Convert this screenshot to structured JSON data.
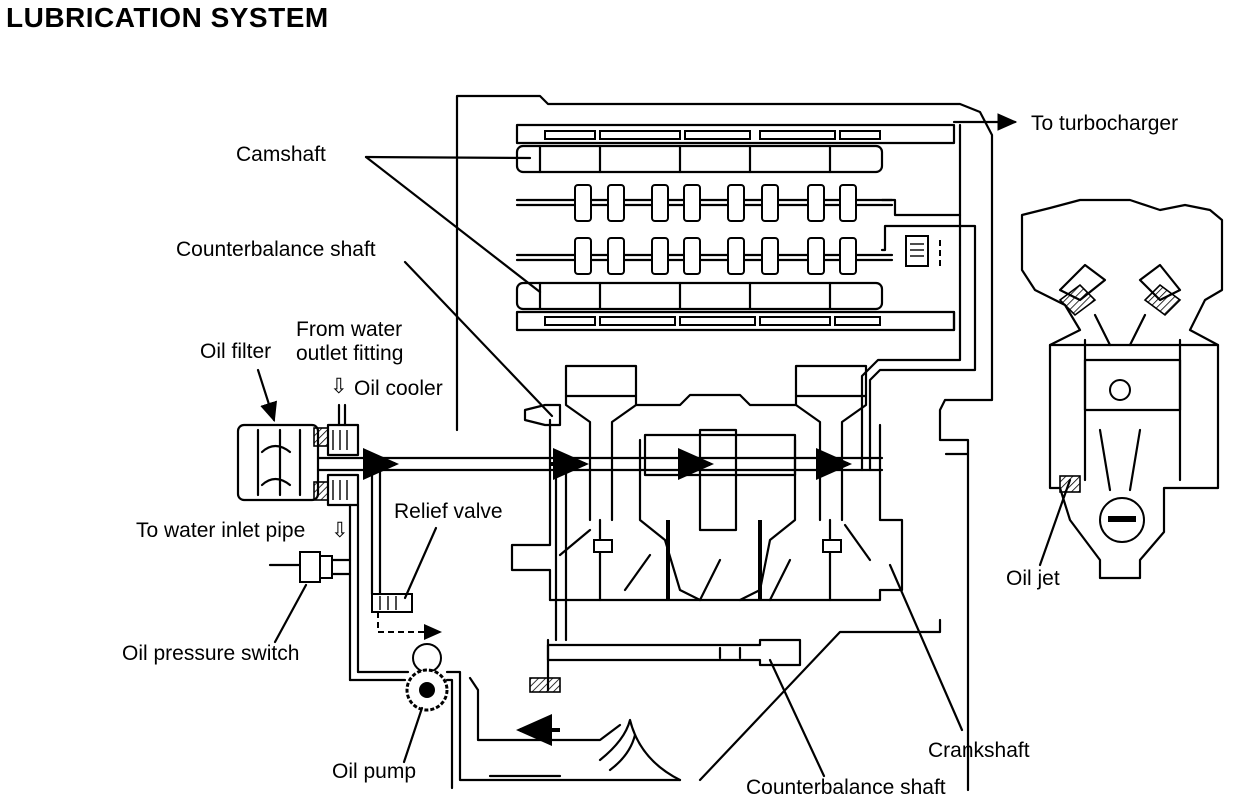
{
  "title": "LUBRICATION SYSTEM",
  "labels": {
    "camshaft": "Camshaft",
    "counterbalance_shaft_top": "Counterbalance shaft",
    "from_water_line1": "From water",
    "from_water_line2": "outlet fitting",
    "oil_filter": "Oil filter",
    "oil_cooler": "Oil cooler",
    "to_water_inlet": "To water inlet pipe",
    "relief_valve": "Relief valve",
    "oil_pressure_switch": "Oil pressure switch",
    "oil_pump": "Oil pump",
    "counterbalance_shaft_bottom": "Counterbalance shaft",
    "crankshaft": "Crankshaft",
    "to_turbocharger": "To turbocharger",
    "oil_jet": "Oil jet"
  },
  "icons": {
    "down_arrow": "⇩"
  }
}
